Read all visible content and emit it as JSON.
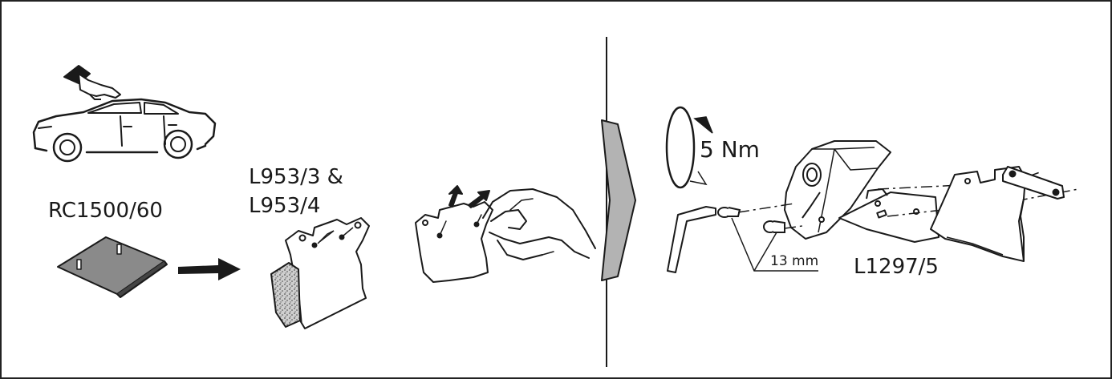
{
  "labels": {
    "adapter": "RC1500/60",
    "cover_line1": "L953/3 &",
    "cover_line2": "L953/4",
    "torque": "5 Nm",
    "spanner": "13 mm",
    "foot": "L1297/5"
  },
  "colors": {
    "line": "#1a1a1a",
    "plate_fill": "#8a8a8a",
    "step_arrow_fill": "#b3b3b3",
    "texture": "#6e6e6e"
  },
  "icons": [
    "hand-pointer-icon",
    "car-icon",
    "tilt-arrow-icon",
    "torque-rotation-icon",
    "allen-key-icon"
  ]
}
